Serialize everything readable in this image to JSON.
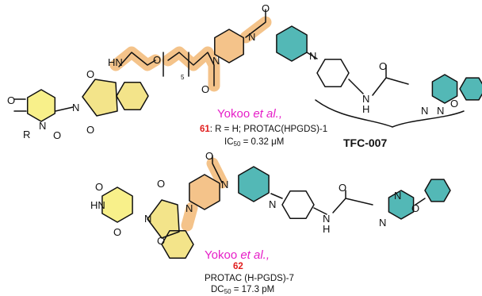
{
  "colors": {
    "linker": "#f4c38a",
    "cereblon": "#f8f08a",
    "phthalimide": "#f3e48a",
    "teal": "#53b8b6",
    "author": "#e61ec8",
    "compound_number": "#e11d1d",
    "ink": "#111111"
  },
  "top": {
    "author": "Yokoo",
    "etal": "et al.,",
    "compound_number": "61",
    "description": ": R = H; PROTAC(HPGDS)-1",
    "ic50_label": "IC",
    "ic50_sub": "50",
    "ic50_value": " = 0.32 μM",
    "ligand_name": "TFC-007",
    "repeat_index": "5",
    "atoms": {
      "O": "O",
      "N": "N",
      "HN": "HN",
      "H": "H",
      "R": "R"
    }
  },
  "bottom": {
    "author": "Yokoo",
    "etal": "et al.,",
    "compound_number": "62",
    "name": "PROTAC (H-PGDS)-7",
    "dc50_label": "DC",
    "dc50_sub": "50",
    "dc50_value": " = 17.3 pM",
    "atoms": {
      "O": "O",
      "N": "N",
      "HN": "HN",
      "H": "H"
    }
  }
}
